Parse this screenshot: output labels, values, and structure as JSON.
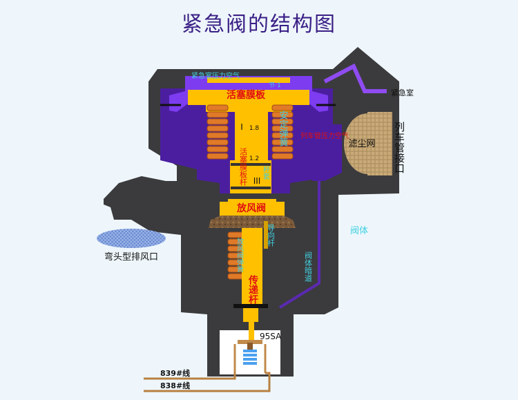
{
  "title": "紧急阀的结构图",
  "labels": {
    "emergency_chamber_pressure_air": "紧急室压力空气",
    "emergency_chamber": "紧急室",
    "piston_diaphragm": "活塞膜板",
    "small_label_top": "节·1",
    "region_1": "I",
    "ratio_18": "1.8",
    "ratio_12": "1.2",
    "safety_spring": "安定弹簧",
    "pipe_pressure_air": "列车管压力空气",
    "dust_filter": "滤尘网",
    "train_pipe_connector": "列车管接口",
    "piston_rod": "活塞膜板杆",
    "region_3": "III",
    "rod_sleeve": "杆套",
    "vent_valve": "放风阀",
    "guide_rod": "导向杆",
    "valve_body": "阀体",
    "elbow_exhaust": "弯头型排风口",
    "vent_spring": "放风阀弹簧",
    "transmit_rod": "传递杆",
    "body_channel": "阀体暗道",
    "switch": "95SA",
    "wire_839": "839#线",
    "wire_838": "838#线"
  },
  "colors": {
    "body": "#3b3b3d",
    "chamber": "#4b1ea0",
    "diaphragm": "#7d3cf0",
    "yellow": "#ffc000",
    "spring": "#e07a28",
    "filter": "#c9a977",
    "exhaust": "#5f80c8",
    "label_red": "#e01010",
    "label_cyan": "#40d0e0"
  }
}
